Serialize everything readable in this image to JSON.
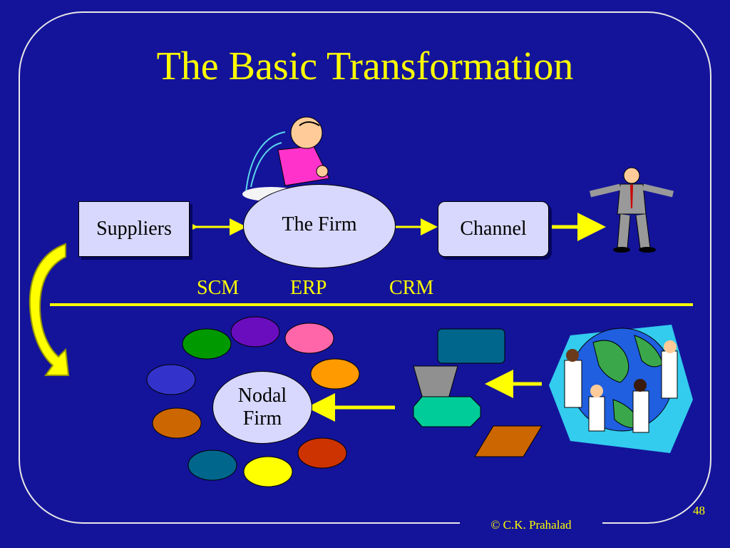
{
  "slide": {
    "title": "The Basic Transformation",
    "footer": "© C.K. Prahalad",
    "page_number": "48"
  },
  "diagram": {
    "nodes": {
      "suppliers": "Suppliers",
      "the_firm": "The Firm",
      "channel": "Channel",
      "nodal_firm_line1": "Nodal",
      "nodal_firm_line2": "Firm"
    },
    "acronyms": [
      "SCM",
      "ERP",
      "CRM"
    ],
    "colors": {
      "background": "#14149a",
      "accent": "#ffff00",
      "box_fill": "#d8d8ff"
    },
    "partner_colors": [
      "#6a0dbf",
      "#ff66aa",
      "#ff9a00",
      "#cc3300",
      "#ffff00",
      "#00668c",
      "#cc6600",
      "#3333cc",
      "#009900"
    ]
  }
}
